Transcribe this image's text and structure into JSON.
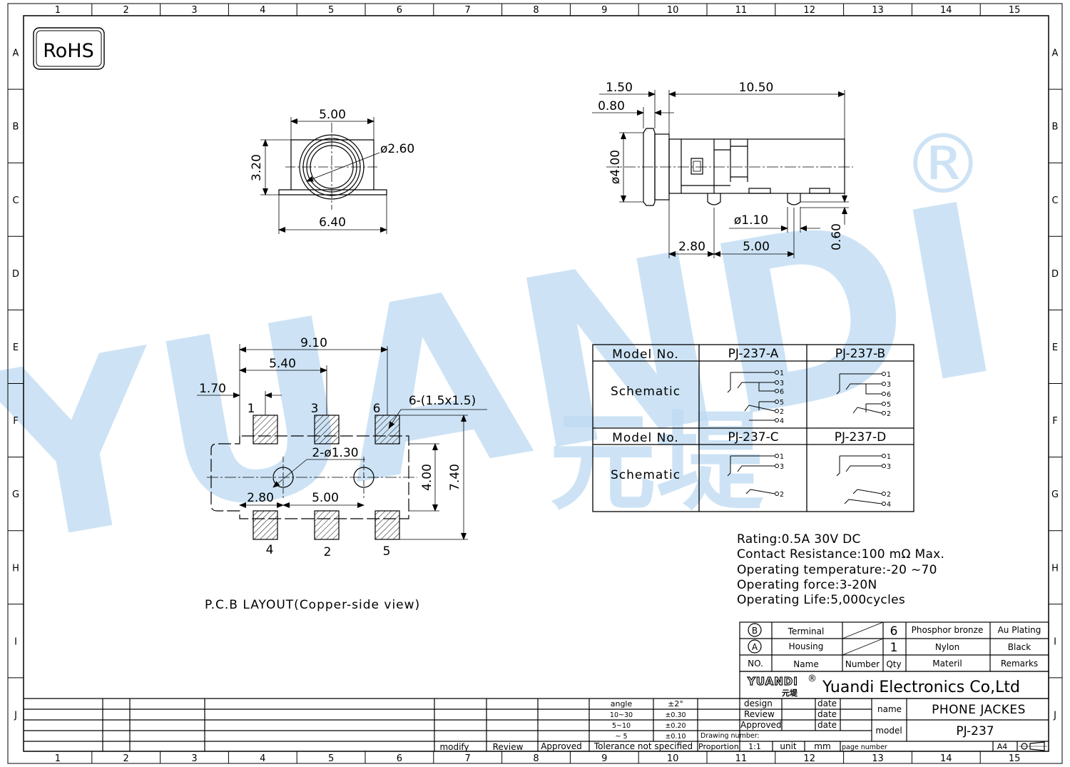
{
  "rohs": "RoHS",
  "watermark": {
    "brand": "YUANDI",
    "registered": "®",
    "cjk": "元堤",
    "color": "#bcd9f2"
  },
  "grid": {
    "columns": [
      "1",
      "2",
      "3",
      "4",
      "5",
      "6",
      "7",
      "8",
      "9",
      "10",
      "11",
      "12",
      "13",
      "14",
      "15"
    ],
    "rows": [
      "A",
      "B",
      "C",
      "D",
      "E",
      "F",
      "G",
      "H",
      "I",
      "J"
    ]
  },
  "front_view": {
    "width": "5.00",
    "height": "3.20",
    "diameter": "ø2.60",
    "base_width": "6.40"
  },
  "side_view": {
    "flange": "1.50",
    "length": "10.50",
    "lip": "0.80",
    "diameter": "ø4.00",
    "peg_diameter": "ø1.10",
    "peg_offset": "2.80",
    "peg_spacing": "5.00",
    "peg_height": "0.60"
  },
  "pcb": {
    "overall": "9.10",
    "mid": "5.40",
    "edge": "1.70",
    "pads": "6-(1.5x1.5)",
    "holes": "2-ø1.30",
    "hole_offset": "2.80",
    "hole_spacing": "5.00",
    "inner_height": "4.00",
    "outer_height": "7.40",
    "pins_top": [
      "1",
      "3",
      "6"
    ],
    "pins_bottom": [
      "4",
      "2",
      "5"
    ],
    "caption": "P.C.B LAYOUT(Copper-side view)"
  },
  "model_table": {
    "row1": {
      "header": "Model No.",
      "a": "PJ-237-A",
      "b": "PJ-237-B"
    },
    "row2": {
      "header": "Model No.",
      "a": "PJ-237-C",
      "b": "PJ-237-D"
    },
    "schematic": "Schematic",
    "a_pins": [
      "1",
      "3",
      "6",
      "5",
      "2",
      "4"
    ],
    "b_pins": [
      "1",
      "3",
      "6",
      "5",
      "2"
    ],
    "c_pins": [
      "1",
      "3",
      "2"
    ],
    "d_pins": [
      "1",
      "3",
      "2",
      "4"
    ]
  },
  "specs": [
    "Rating:0.5A 30V DC",
    "Contact Resistance:100 mΩ Max.",
    "Operating temperature:-20  ~70",
    "Operating force:3-20N",
    "Operating Life:5,000cycles"
  ],
  "bom": {
    "rows": [
      {
        "no": "B",
        "name": "Terminal",
        "qty": "6",
        "material": "Phosphor bronze",
        "remarks": "Au Plating"
      },
      {
        "no": "A",
        "name": "Housing",
        "qty": "1",
        "material": "Nylon",
        "remarks": "Black"
      }
    ],
    "header": {
      "no": "NO.",
      "name": "Name",
      "number": "Number",
      "qty": "Qty",
      "material": "Materil",
      "remarks": "Remarks"
    }
  },
  "title_block": {
    "logo": "YUANDI",
    "logo_reg": "®",
    "logo_cjk": "元堤",
    "company": "Yuandi Electronics Co,Ltd",
    "design": "design",
    "review": "Review",
    "approved": "Approved",
    "date": "date",
    "drawing_number": "Drawing number:",
    "name_label": "name",
    "name_value": "PHONE JACKES",
    "model_label": "model",
    "model_value": "PJ-237",
    "proportion": "Proportion",
    "scale": "1:1",
    "unit": "unit",
    "unit_value": "mm",
    "page_number": "page number",
    "size": "A4"
  },
  "tolerance": {
    "rows": [
      {
        "range": "angle",
        "value": "±2°"
      },
      {
        "range": "10~30",
        "value": "±0.30"
      },
      {
        "range": "5~10",
        "value": "±0.20"
      },
      {
        "range": "~ 5",
        "value": "±0.10"
      }
    ],
    "footer": "Tolerance not specified"
  },
  "revision": {
    "modify": "modify",
    "review": "Review",
    "approved": "Approved"
  }
}
